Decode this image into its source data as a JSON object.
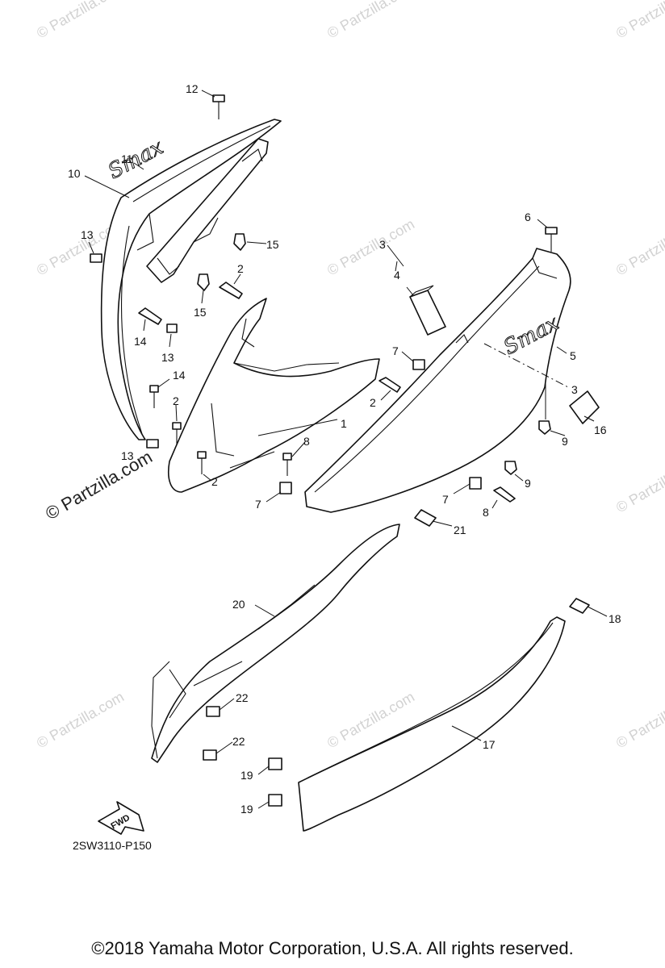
{
  "watermark": {
    "text": "© Partzilla.com"
  },
  "diagram": {
    "code": "2SW3110-P150",
    "fwd_label": "FWD",
    "logo_text": "Smax",
    "callouts": [
      "1",
      "2",
      "3",
      "4",
      "5",
      "6",
      "7",
      "8",
      "9",
      "10",
      "11",
      "12",
      "13",
      "14",
      "15",
      "16",
      "17",
      "18",
      "19",
      "20",
      "21",
      "22"
    ]
  },
  "footer": {
    "copyright": "©2018  Yamaha Motor Corporation, U.S.A. All rights reserved."
  }
}
